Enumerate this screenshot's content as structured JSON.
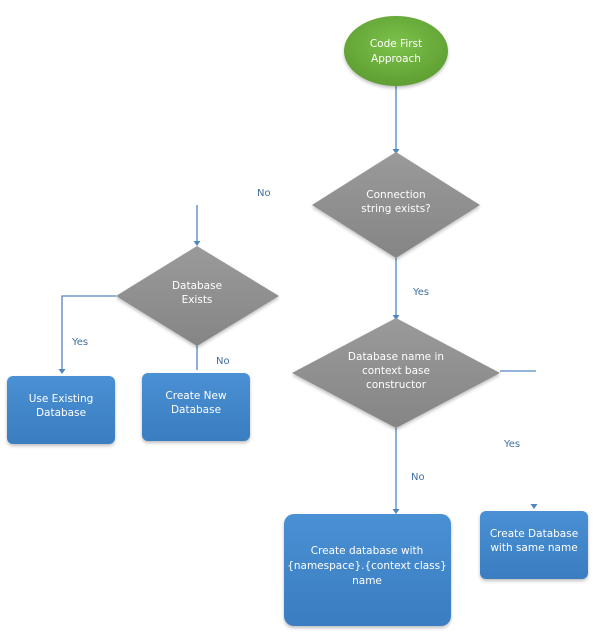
{
  "nodes": {
    "start": {
      "lines": [
        "Code First",
        "Approach"
      ],
      "color": "#6aab3c"
    },
    "connection_check": {
      "lines": [
        "Connection",
        "string exists?"
      ],
      "color": "#8f8f8f"
    },
    "db_name_check": {
      "lines": [
        "Database name in",
        "context base",
        "constructor"
      ],
      "color": "#8f8f8f"
    },
    "db_exists_check": {
      "lines": [
        "Database",
        "Exists"
      ],
      "color": "#8f8f8f"
    },
    "use_existing": {
      "lines": [
        "Use Existing",
        "Database"
      ],
      "color": "#3f85c8"
    },
    "create_new": {
      "lines": [
        "Create New",
        "Database"
      ],
      "color": "#3f85c8"
    },
    "create_namespace": {
      "lines": [
        "Create database with",
        "{namespace}.{context class}",
        "name"
      ],
      "color": "#3f85c8"
    },
    "create_same_name": {
      "lines": [
        "Create Database",
        "with same name"
      ],
      "color": "#3f85c8"
    }
  },
  "edge_labels": {
    "no_top": "No",
    "yes_connection": "Yes",
    "yes_db_exists": "Yes",
    "no_db_exists": "No",
    "no_db_name": "No",
    "yes_db_name": "Yes"
  }
}
